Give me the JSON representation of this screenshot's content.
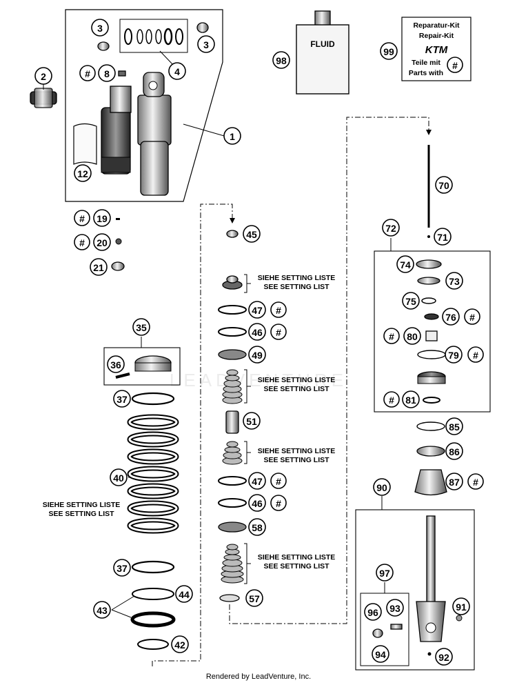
{
  "callouts": [
    {
      "id": "c1",
      "label": "1"
    },
    {
      "id": "c2",
      "label": "2"
    },
    {
      "id": "c3a",
      "label": "3"
    },
    {
      "id": "c3b",
      "label": "3"
    },
    {
      "id": "c4",
      "label": "4"
    },
    {
      "id": "c8",
      "label": "8"
    },
    {
      "id": "c12",
      "label": "12"
    },
    {
      "id": "c19",
      "label": "19"
    },
    {
      "id": "c20",
      "label": "20"
    },
    {
      "id": "c21",
      "label": "21"
    },
    {
      "id": "c35",
      "label": "35"
    },
    {
      "id": "c36",
      "label": "36"
    },
    {
      "id": "c37a",
      "label": "37"
    },
    {
      "id": "c37b",
      "label": "37"
    },
    {
      "id": "c40",
      "label": "40"
    },
    {
      "id": "c42",
      "label": "42"
    },
    {
      "id": "c43",
      "label": "43"
    },
    {
      "id": "c44",
      "label": "44"
    },
    {
      "id": "c45",
      "label": "45"
    },
    {
      "id": "c46a",
      "label": "46"
    },
    {
      "id": "c46b",
      "label": "46"
    },
    {
      "id": "c47a",
      "label": "47"
    },
    {
      "id": "c47b",
      "label": "47"
    },
    {
      "id": "c49",
      "label": "49"
    },
    {
      "id": "c51",
      "label": "51"
    },
    {
      "id": "c57",
      "label": "57"
    },
    {
      "id": "c58",
      "label": "58"
    },
    {
      "id": "c70",
      "label": "70"
    },
    {
      "id": "c71",
      "label": "71"
    },
    {
      "id": "c72",
      "label": "72"
    },
    {
      "id": "c73",
      "label": "73"
    },
    {
      "id": "c74",
      "label": "74"
    },
    {
      "id": "c75",
      "label": "75"
    },
    {
      "id": "c76",
      "label": "76"
    },
    {
      "id": "c79",
      "label": "79"
    },
    {
      "id": "c80",
      "label": "80"
    },
    {
      "id": "c81",
      "label": "81"
    },
    {
      "id": "c85",
      "label": "85"
    },
    {
      "id": "c86",
      "label": "86"
    },
    {
      "id": "c87",
      "label": "87"
    },
    {
      "id": "c90",
      "label": "90"
    },
    {
      "id": "c91",
      "label": "91"
    },
    {
      "id": "c92",
      "label": "92"
    },
    {
      "id": "c93",
      "label": "93"
    },
    {
      "id": "c94",
      "label": "94"
    },
    {
      "id": "c96",
      "label": "96"
    },
    {
      "id": "c97",
      "label": "97"
    },
    {
      "id": "c98",
      "label": "98"
    },
    {
      "id": "c99",
      "label": "99"
    }
  ],
  "hash_symbol": "#",
  "setting_note": {
    "line1": "SIEHE SETTING LISTE",
    "line2": "SEE SETTING LIST"
  },
  "fluid_label": "FLUID",
  "repair_kit": {
    "line1": "Reparatur-Kit",
    "line2": "Repair-Kit",
    "brand": "KTM",
    "line3": "Teile mit",
    "line4": "Parts with"
  },
  "watermark": "LEADVENTURE",
  "footer": "Rendered by LeadVenture, Inc."
}
